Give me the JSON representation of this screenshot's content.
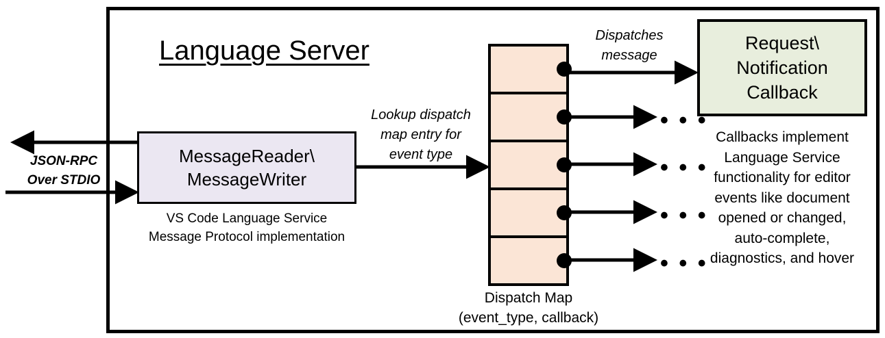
{
  "diagram": {
    "title": "Language Server",
    "frame_color": "#000000",
    "background": "#ffffff"
  },
  "external_io": {
    "label": "JSON-RPC\nOver STDIO",
    "label_line1": "JSON-RPC",
    "label_line2": "Over STDIO",
    "outbound_arrow": "arrow-left-out",
    "inbound_arrow": "arrow-right-in"
  },
  "reader_writer": {
    "title_line1": "MessageReader\\",
    "title_line2": "MessageWriter",
    "caption_line1": "VS Code Language Service",
    "caption_line2": "Message Protocol implementation",
    "fill": "#EBE7F2",
    "stroke": "#000000"
  },
  "lookup_edge": {
    "label_line1": "Lookup dispatch",
    "label_line2": "map entry for",
    "label_line3": "event type"
  },
  "dispatch_map": {
    "caption_line1": "Dispatch Map",
    "caption_line2": "(event_type, callback)",
    "fill": "#FBE5D6",
    "stroke": "#000000",
    "row_count": 5,
    "rows": [
      {
        "index": 1,
        "target": "callback-box"
      },
      {
        "index": 2,
        "target": "ellipsis"
      },
      {
        "index": 3,
        "target": "ellipsis"
      },
      {
        "index": 4,
        "target": "ellipsis"
      },
      {
        "index": 5,
        "target": "ellipsis"
      }
    ]
  },
  "dispatch_edge": {
    "label_line1": "Dispatches",
    "label_line2": "message"
  },
  "callback": {
    "title_line1": "Request\\",
    "title_line2": "Notification",
    "title_line3": "Callback",
    "fill": "#E8EEDD",
    "stroke": "#000000",
    "caption_line1": "Callbacks implement",
    "caption_line2": "Language Service",
    "caption_line3": "functionality for editor",
    "caption_line4": "events like document",
    "caption_line5": "opened or changed,",
    "caption_line6": "auto-complete,",
    "caption_line7": "diagnostics, and hover"
  },
  "ellipses": {
    "glyph": "• • •"
  }
}
